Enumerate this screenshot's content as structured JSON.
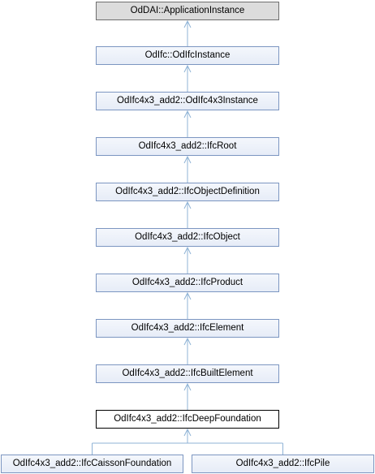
{
  "diagram": {
    "nodes": [
      {
        "id": "n0",
        "label": "OdDAI::ApplicationInstance",
        "style": "root"
      },
      {
        "id": "n1",
        "label": "OdIfc::OdIfcInstance",
        "style": "normal"
      },
      {
        "id": "n2",
        "label": "OdIfc4x3_add2::OdIfc4x3Instance",
        "style": "normal"
      },
      {
        "id": "n3",
        "label": "OdIfc4x3_add2::IfcRoot",
        "style": "normal"
      },
      {
        "id": "n4",
        "label": "OdIfc4x3_add2::IfcObjectDefinition",
        "style": "normal"
      },
      {
        "id": "n5",
        "label": "OdIfc4x3_add2::IfcObject",
        "style": "normal"
      },
      {
        "id": "n6",
        "label": "OdIfc4x3_add2::IfcProduct",
        "style": "normal"
      },
      {
        "id": "n7",
        "label": "OdIfc4x3_add2::IfcElement",
        "style": "normal"
      },
      {
        "id": "n8",
        "label": "OdIfc4x3_add2::IfcBuiltElement",
        "style": "normal"
      },
      {
        "id": "n9",
        "label": "OdIfc4x3_add2::IfcDeepFoundation",
        "style": "current"
      },
      {
        "id": "n10",
        "label": "OdIfc4x3_add2::IfcCaissonFoundation",
        "style": "normal"
      },
      {
        "id": "n11",
        "label": "OdIfc4x3_add2::IfcPile",
        "style": "normal"
      }
    ],
    "edges": [
      {
        "from": "n1",
        "to": "n0"
      },
      {
        "from": "n2",
        "to": "n1"
      },
      {
        "from": "n3",
        "to": "n2"
      },
      {
        "from": "n4",
        "to": "n3"
      },
      {
        "from": "n5",
        "to": "n4"
      },
      {
        "from": "n6",
        "to": "n5"
      },
      {
        "from": "n7",
        "to": "n6"
      },
      {
        "from": "n8",
        "to": "n7"
      },
      {
        "from": "n9",
        "to": "n8"
      },
      {
        "from": "n10",
        "to": "n9"
      },
      {
        "from": "n11",
        "to": "n9"
      }
    ],
    "colors": {
      "edge": "#8fb3d6",
      "root_fill": "#dcdcdc",
      "node_border": "#7c96c1"
    }
  }
}
